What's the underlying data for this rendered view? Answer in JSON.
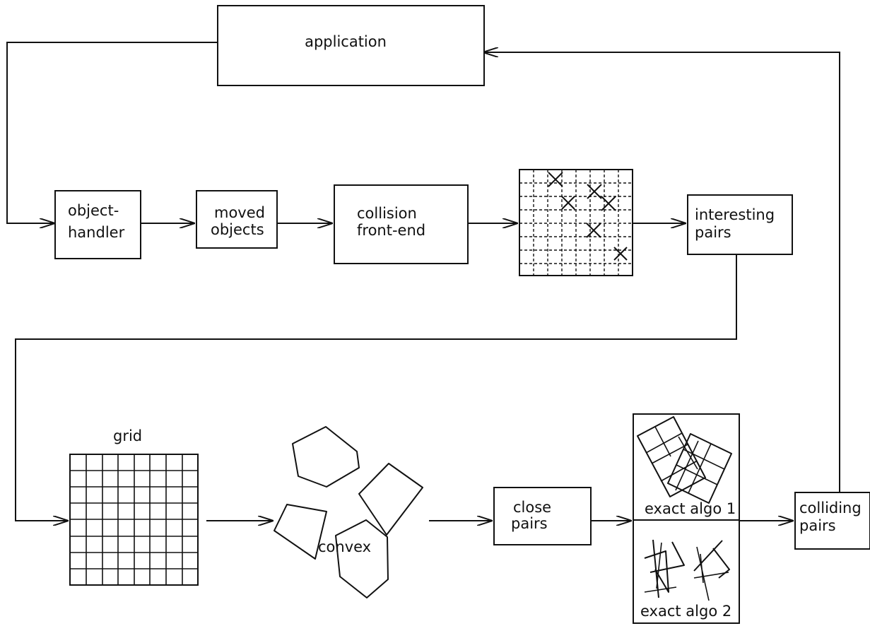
{
  "nodes": {
    "application": {
      "label": "application"
    },
    "object_handler": {
      "line1": "object-",
      "line2": "handler"
    },
    "moved_objects": {
      "line1": "moved",
      "line2": "objects"
    },
    "collision_front_end": {
      "line1": "collision",
      "line2": "front-end"
    },
    "interesting_pairs": {
      "line1": "interesting",
      "line2": "pairs"
    },
    "grid": {
      "label": "grid"
    },
    "convex": {
      "label": "convex"
    },
    "close_pairs": {
      "line1": "close",
      "line2": "pairs"
    },
    "exact_algo_1": {
      "label": "exact algo 1"
    },
    "exact_algo_2": {
      "label": "exact algo 2"
    },
    "colliding_pairs": {
      "line1": "colliding",
      "line2": "pairs"
    }
  },
  "colors": {
    "stroke": "#111111",
    "background": "#ffffff"
  }
}
